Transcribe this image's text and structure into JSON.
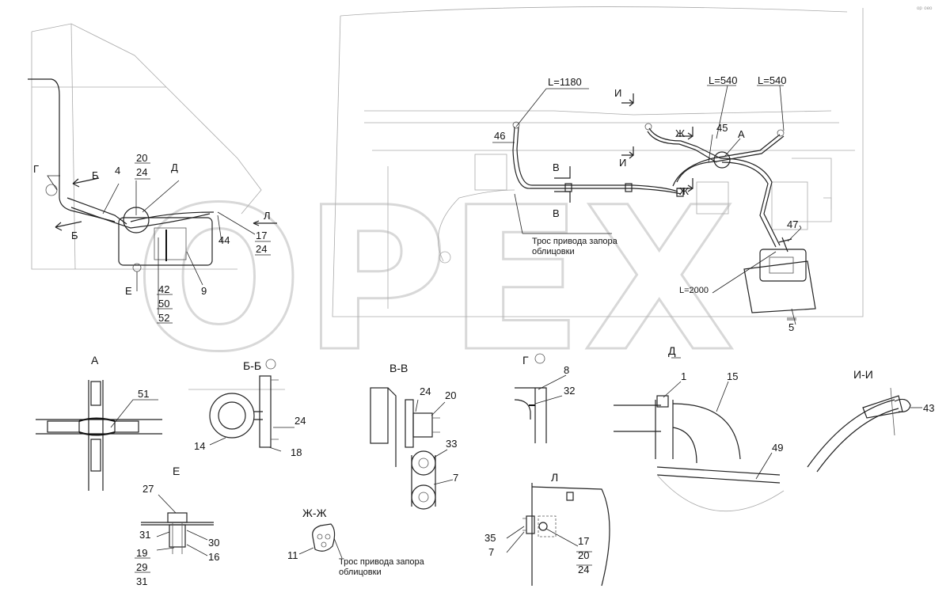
{
  "watermark": "OPEX",
  "corner_mark": "ᵒᵖ ᵒᵉᵒ",
  "labels": {
    "g": "Г",
    "b_top": "Б",
    "b_bot": "Б",
    "n4": "4",
    "n20": "20",
    "n24": "24",
    "d": "Д",
    "l": "Л",
    "n17": "17",
    "n24b": "24",
    "n44": "44",
    "n9": "9",
    "e": "Е",
    "n42": "42",
    "n50": "50",
    "n52": "52",
    "L1180": "L=1180",
    "n46": "46",
    "i_top": "И",
    "i_mid": "И",
    "L540a": "L=540",
    "L540b": "L=540",
    "zh_top": "Ж",
    "zh_bot": "Ж",
    "n45": "45",
    "a": "А",
    "v_top": "В",
    "v_bot": "В",
    "cable1a": "Трос привода запора",
    "cable1b": "облицовки",
    "n47": "47",
    "L2000": "L=2000",
    "n5": "5"
  },
  "sections": {
    "a": {
      "title": "А",
      "n51": "51"
    },
    "bb": {
      "title": "Б-Б",
      "n14": "14",
      "n24": "24",
      "n18": "18"
    },
    "vv": {
      "title": "В-В",
      "n24": "24",
      "n20": "20",
      "n33": "33",
      "n7": "7"
    },
    "g": {
      "title": "Г",
      "n8": "8",
      "n32": "32"
    },
    "d": {
      "title": "Д",
      "n1": "1",
      "n15": "15",
      "n49": "49"
    },
    "ii": {
      "title": "И-И",
      "n43": "43"
    },
    "e": {
      "title": "Е",
      "n27": "27",
      "n31a": "31",
      "n30": "30",
      "n16": "16",
      "n19": "19",
      "n29": "29",
      "n31b": "31"
    },
    "zhzh": {
      "title": "Ж-Ж",
      "n11": "11",
      "cable_a": "Трос привода запора",
      "cable_b": "облицовки"
    },
    "l": {
      "title": "Л",
      "n35": "35",
      "n7": "7",
      "n17": "17",
      "n20": "20",
      "n24": "24"
    }
  }
}
